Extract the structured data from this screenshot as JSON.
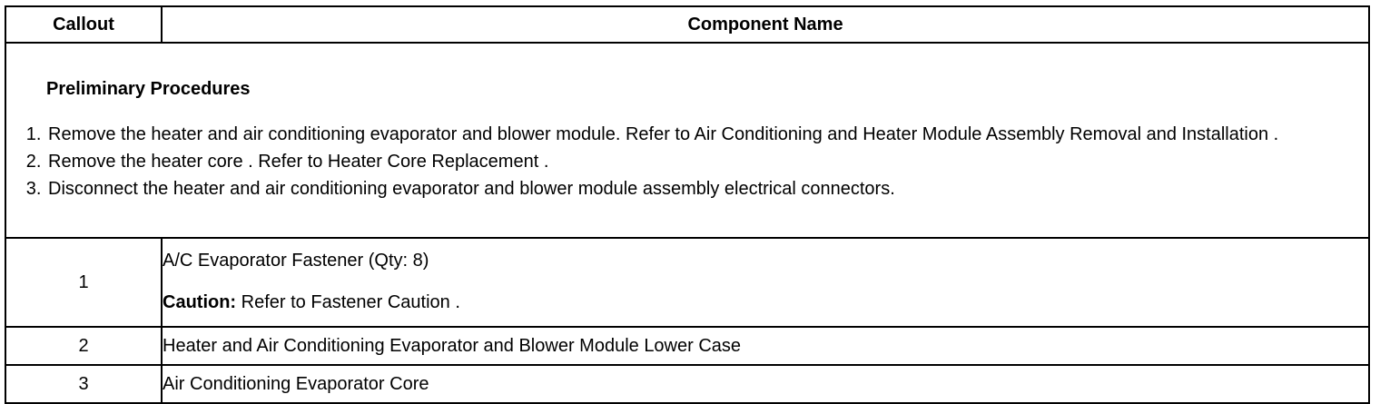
{
  "table": {
    "headers": {
      "callout": "Callout",
      "component_name": "Component Name"
    },
    "preliminary": {
      "title": "Preliminary Procedures",
      "steps": [
        "Remove the heater and air conditioning evaporator and blower module. Refer to Air Conditioning and Heater Module Assembly Removal and Installation .",
        "Remove the heater core . Refer to Heater Core Replacement .",
        "Disconnect the heater and air conditioning evaporator and blower module assembly electrical connectors."
      ]
    },
    "rows": [
      {
        "callout": "1",
        "name": "A/C Evaporator Fastener (Qty: 8)",
        "caution_label": "Caution:",
        "caution_text": " Refer to Fastener Caution ."
      },
      {
        "callout": "2",
        "name": "Heater and Air Conditioning Evaporator and Blower Module Lower Case"
      },
      {
        "callout": "3",
        "name": "Air Conditioning Evaporator Core"
      }
    ]
  }
}
